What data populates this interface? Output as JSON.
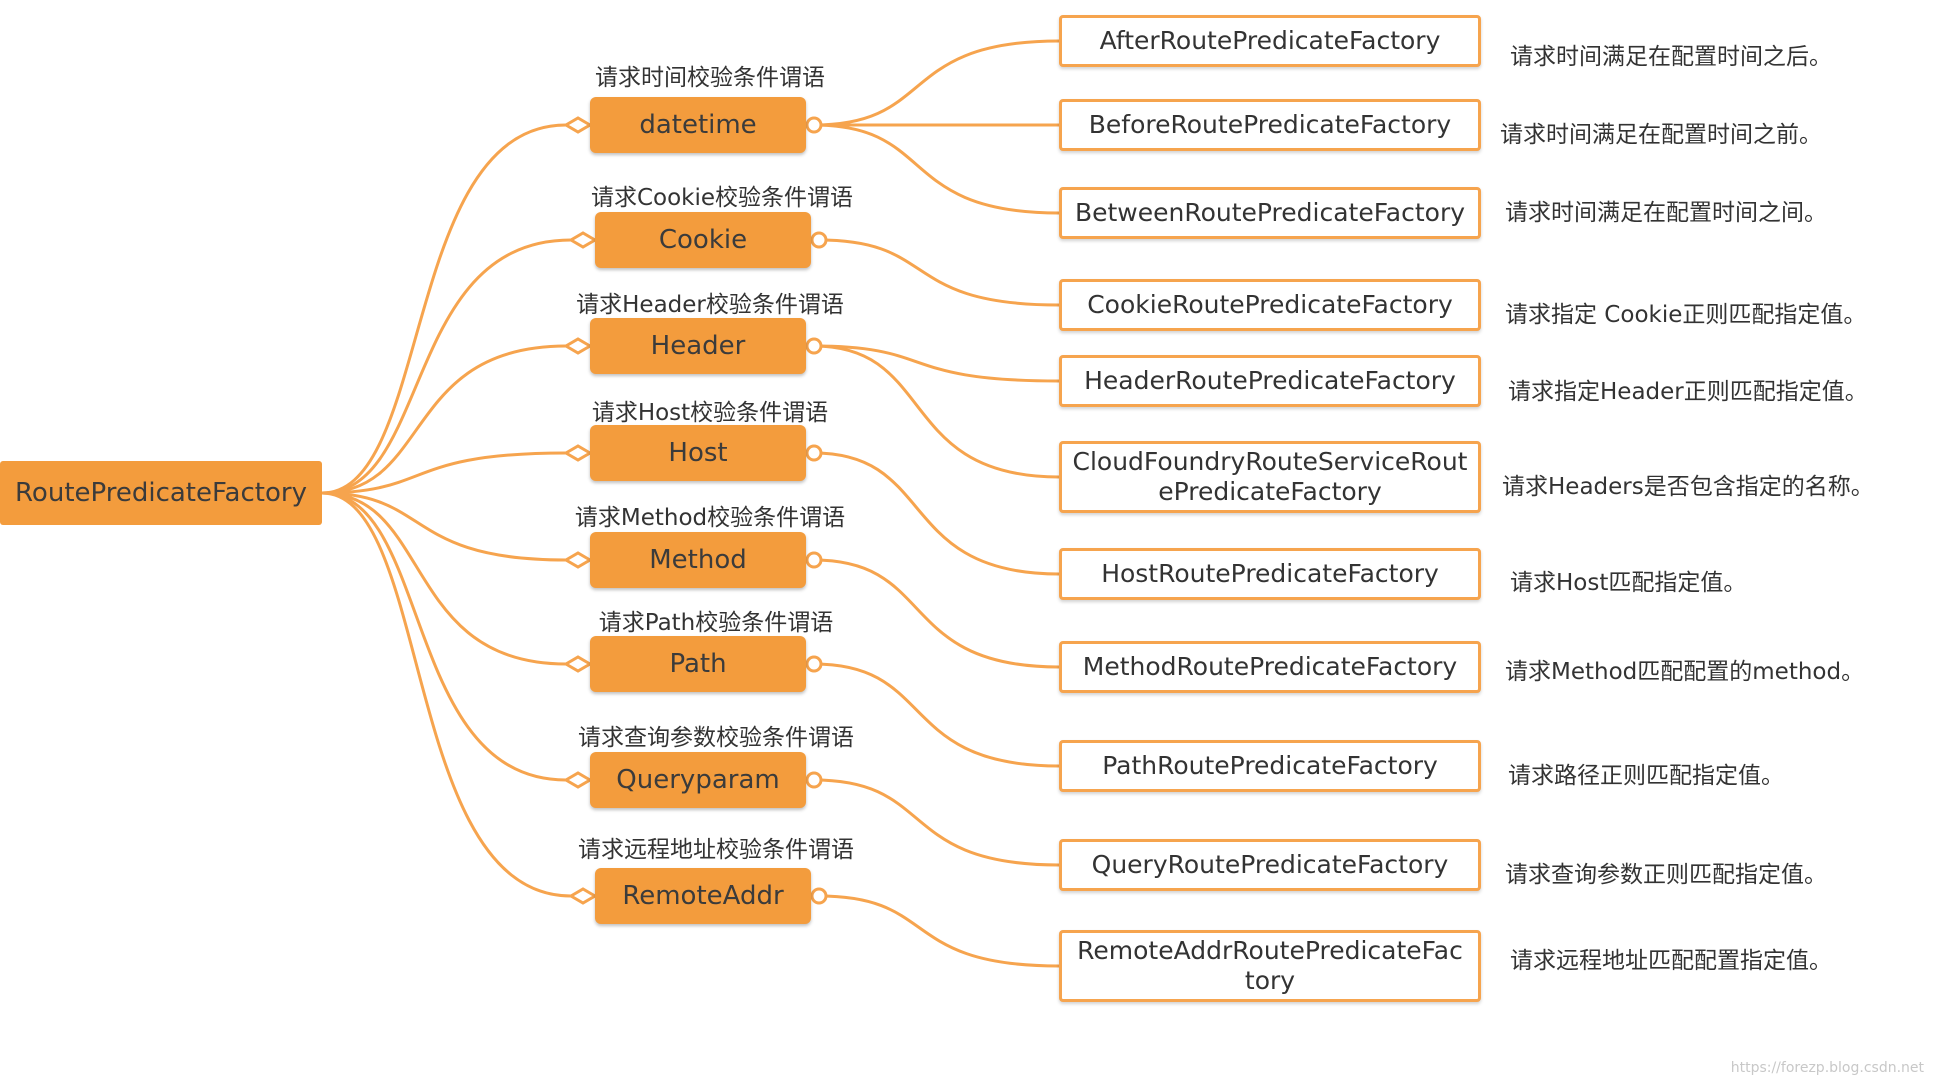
{
  "root": {
    "label": "RoutePredicateFactory"
  },
  "categories": [
    {
      "label": "datetime",
      "caption": "请求时间校验条件谓语"
    },
    {
      "label": "Cookie",
      "caption": "请求Cookie校验条件谓语"
    },
    {
      "label": "Header",
      "caption": "请求Header校验条件谓语"
    },
    {
      "label": "Host",
      "caption": "请求Host校验条件谓语"
    },
    {
      "label": "Method",
      "caption": "请求Method校验条件谓语"
    },
    {
      "label": "Path",
      "caption": "请求Path校验条件谓语"
    },
    {
      "label": "Queryparam",
      "caption": "请求查询参数校验条件谓语"
    },
    {
      "label": "RemoteAddr",
      "caption": "请求远程地址校验条件谓语"
    }
  ],
  "factories": [
    {
      "name": "AfterRoutePredicateFactory",
      "desc": "请求时间满足在配置时间之后。"
    },
    {
      "name": "BeforeRoutePredicateFactory",
      "desc": "请求时间满足在配置时间之前。"
    },
    {
      "name": "BetweenRoutePredicateFactory",
      "desc": "请求时间满足在配置时间之间。"
    },
    {
      "name": "CookieRoutePredicateFactory",
      "desc": "请求指定 Cookie正则匹配指定值。"
    },
    {
      "name": "HeaderRoutePredicateFactory",
      "desc": "请求指定Header正则匹配指定值。"
    },
    {
      "name": "CloudFoundryRouteServiceRoutePredicateFactory",
      "name_line1": "CloudFoundryRouteServiceRout",
      "name_line2": "ePredicateFactory",
      "desc": "请求Headers是否包含指定的名称。"
    },
    {
      "name": "HostRoutePredicateFactory",
      "desc": "请求Host匹配指定值。"
    },
    {
      "name": "MethodRoutePredicateFactory",
      "desc": "请求Method匹配配置的method。"
    },
    {
      "name": "PathRoutePredicateFactory",
      "desc": "请求路径正则匹配指定值。"
    },
    {
      "name": "QueryRoutePredicateFactory",
      "desc": "请求查询参数正则匹配指定值。"
    },
    {
      "name": "RemoteAddrRoutePredicateFactory",
      "name_line1": "RemoteAddrRoutePredicateFac",
      "name_line2": "tory",
      "desc": "请求远程地址匹配配置指定值。"
    }
  ],
  "edges": [
    {
      "from": "datetime",
      "to": "AfterRoutePredicateFactory"
    },
    {
      "from": "datetime",
      "to": "BeforeRoutePredicateFactory"
    },
    {
      "from": "datetime",
      "to": "BetweenRoutePredicateFactory"
    },
    {
      "from": "Cookie",
      "to": "CookieRoutePredicateFactory"
    },
    {
      "from": "Header",
      "to": "HeaderRoutePredicateFactory"
    },
    {
      "from": "Header",
      "to": "CloudFoundryRouteServiceRoutePredicateFactory"
    },
    {
      "from": "Host",
      "to": "HostRoutePredicateFactory"
    },
    {
      "from": "Method",
      "to": "MethodRoutePredicateFactory"
    },
    {
      "from": "Path",
      "to": "PathRoutePredicateFactory"
    },
    {
      "from": "Queryparam",
      "to": "QueryRoutePredicateFactory"
    },
    {
      "from": "RemoteAddr",
      "to": "RemoteAddrRoutePredicateFactory"
    }
  ],
  "colors": {
    "node_fill": "#f39c3d",
    "connector": "#f6a44e",
    "leaf_border": "#f6a44e"
  },
  "watermark": "https://forezp.blog.csdn.net"
}
